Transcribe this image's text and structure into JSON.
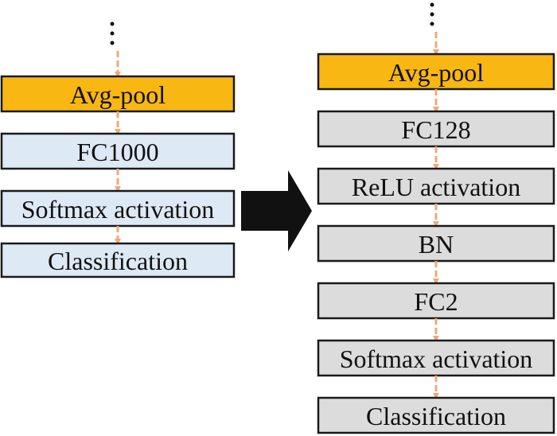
{
  "colors": {
    "pool": "#f8b712",
    "left_box": "#dde9f5",
    "right_box": "#dcdcdc",
    "border": "#1a1a1a",
    "connector": "#f0a878",
    "big_arrow": "#111111"
  },
  "left_column": {
    "continuation": "⋮",
    "boxes": [
      "Avg-pool",
      "FC1000",
      "Softmax activation",
      "Classification"
    ]
  },
  "right_column": {
    "continuation": "⋮",
    "boxes": [
      "Avg-pool",
      "FC128",
      "ReLU activation",
      "BN",
      "FC2",
      "Softmax activation",
      "Classification"
    ]
  },
  "transform_arrow": "right-arrow-icon"
}
